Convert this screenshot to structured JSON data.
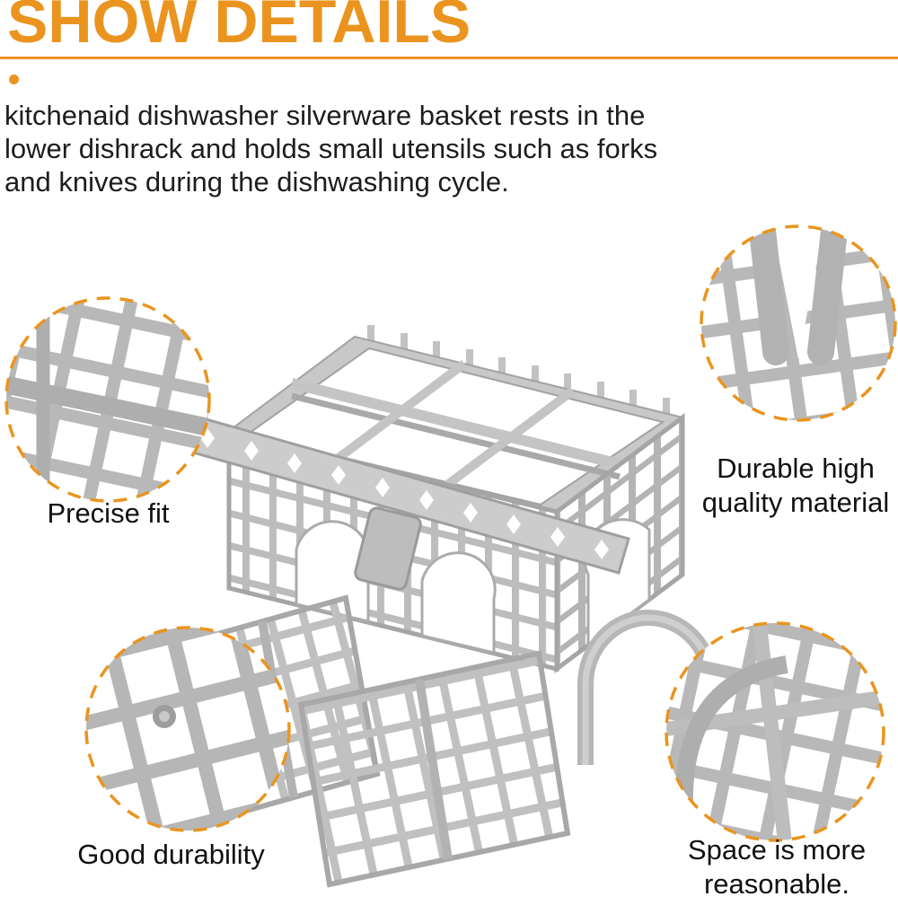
{
  "header": {
    "title": "SHOW DETAILS",
    "accent_color": "#EA941F"
  },
  "description": "kitchenaid dishwasher silverware basket rests in the lower dishrack and holds small utensils such as forks and knives during the dishwashing cycle.",
  "callouts": [
    {
      "label": "Precise fit",
      "position": "top-left"
    },
    {
      "label": "Durable high quality material",
      "position": "top-right"
    },
    {
      "label": "Good durability",
      "position": "bottom-left"
    },
    {
      "label": "Space is more reasonable.",
      "position": "bottom-right"
    }
  ],
  "illustration": {
    "subject": "gray plastic dishwasher silverware basket with two flat grid lids and carry handle",
    "plastic_color": "#bcbcbc",
    "text_color": "#1d1d1d"
  }
}
